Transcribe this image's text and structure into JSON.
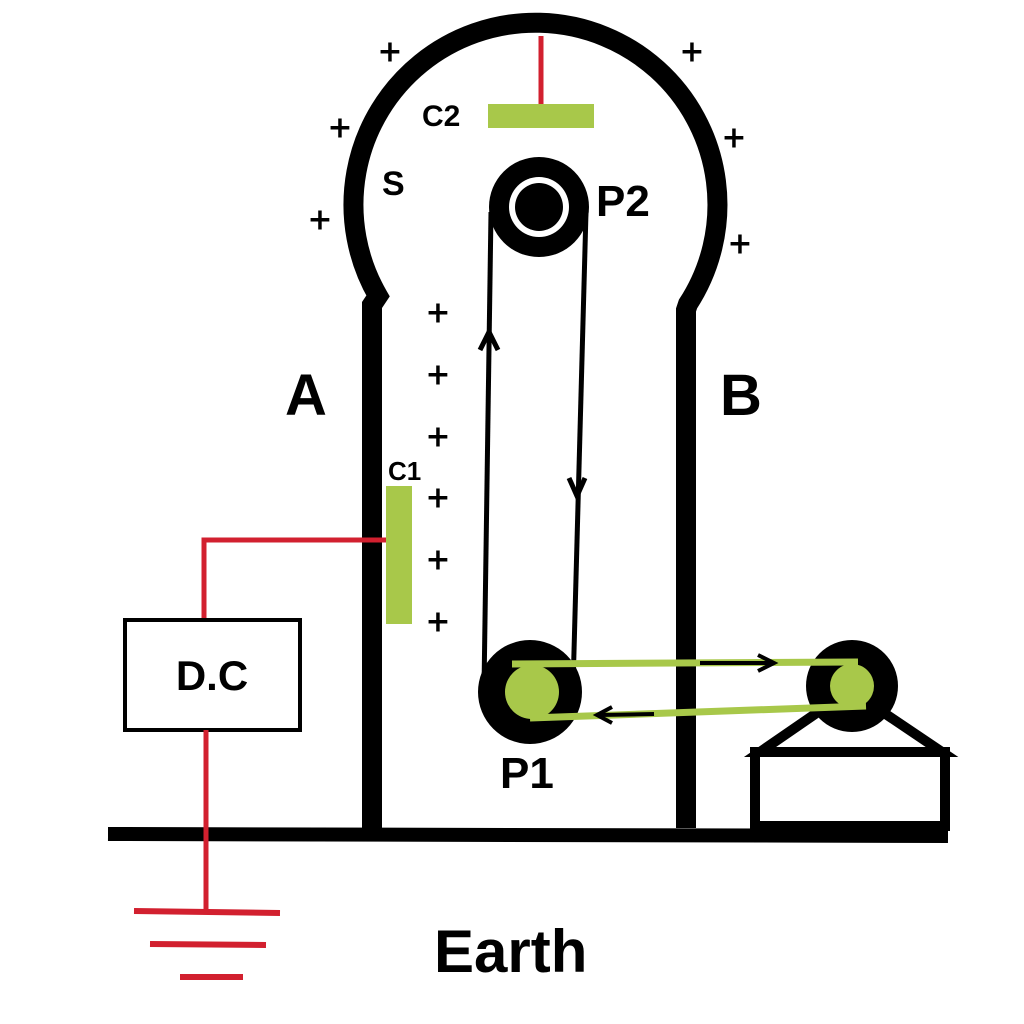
{
  "labels": {
    "dome": "S",
    "upper_comb": "C2",
    "lower_comb": "C1",
    "top_pulley": "P2",
    "bottom_pulley": "P1",
    "left_column": "A",
    "right_column": "B",
    "power_supply": "D.C",
    "ground": "Earth"
  },
  "charge_symbol": "+",
  "colors": {
    "structure": "#000000",
    "wire": "#d2202f",
    "comb": "#a8c84a"
  }
}
